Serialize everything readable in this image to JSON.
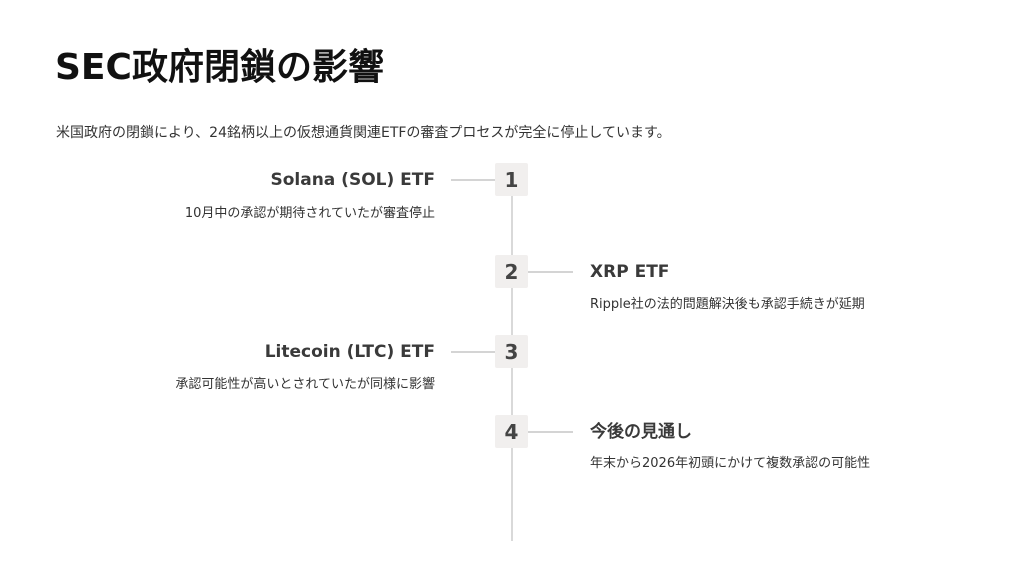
{
  "header": {
    "title": "SEC政府閉鎖の影響",
    "subtitle": "米国政府の閉鎖により、24銘柄以上の仮想通貨関連ETFの審査プロセスが完全に停止しています。"
  },
  "timeline": {
    "items": [
      {
        "number": "1",
        "title": "Solana (SOL) ETF",
        "description": "10月中の承認が期待されていたが審査停止",
        "side": "left"
      },
      {
        "number": "2",
        "title": "XRP ETF",
        "description": "Ripple社の法的問題解決後も承認手続きが延期",
        "side": "right"
      },
      {
        "number": "3",
        "title": "Litecoin (LTC) ETF",
        "description": "承認可能性が高いとされていたが同様に影響",
        "side": "left"
      },
      {
        "number": "4",
        "title": "今後の見通し",
        "description": "年末から2026年初頭にかけて複数承認の可能性",
        "side": "right"
      }
    ]
  },
  "colors": {
    "background": "#ffffff",
    "box_fill": "#f1efee",
    "line": "#d9d9d9",
    "text_primary": "#111111",
    "text_secondary": "#333333"
  }
}
